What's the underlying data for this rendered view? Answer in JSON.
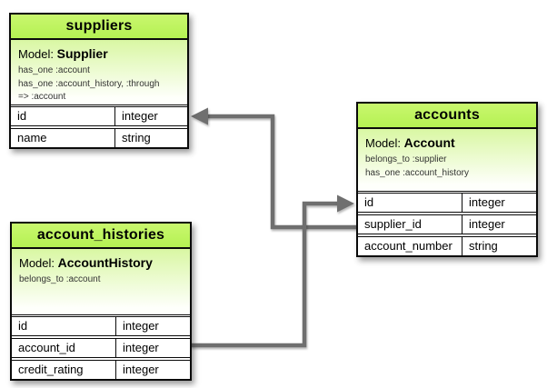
{
  "labels": {
    "model_prefix": "Model:"
  },
  "colors": {
    "header_green_top": "#c9f76e",
    "header_green_bottom": "#b5f154",
    "body_gradient_top": "#d9f7a3",
    "connector_gray": "#6f6f6f"
  },
  "tables": {
    "suppliers": {
      "title": "suppliers",
      "model": "Supplier",
      "associations": [
        "has_one :account",
        "has_one :account_history, :through",
        "=> :account"
      ],
      "rows": [
        {
          "name": "id",
          "type": "integer"
        },
        {
          "name": "name",
          "type": "string"
        }
      ]
    },
    "accounts": {
      "title": "accounts",
      "model": "Account",
      "associations": [
        "belongs_to :supplier",
        "has_one :account_history"
      ],
      "rows": [
        {
          "name": "id",
          "type": "integer"
        },
        {
          "name": "supplier_id",
          "type": "integer"
        },
        {
          "name": "account_number",
          "type": "string"
        }
      ]
    },
    "account_histories": {
      "title": "account_histories",
      "model": "AccountHistory",
      "associations": [
        "belongs_to :account"
      ],
      "rows": [
        {
          "name": "id",
          "type": "integer"
        },
        {
          "name": "account_id",
          "type": "integer"
        },
        {
          "name": "credit_rating",
          "type": "integer"
        }
      ]
    }
  },
  "relationships": [
    {
      "from": "accounts.supplier_id",
      "to": "suppliers.id"
    },
    {
      "from": "account_histories.account_id",
      "to": "accounts.id"
    }
  ]
}
